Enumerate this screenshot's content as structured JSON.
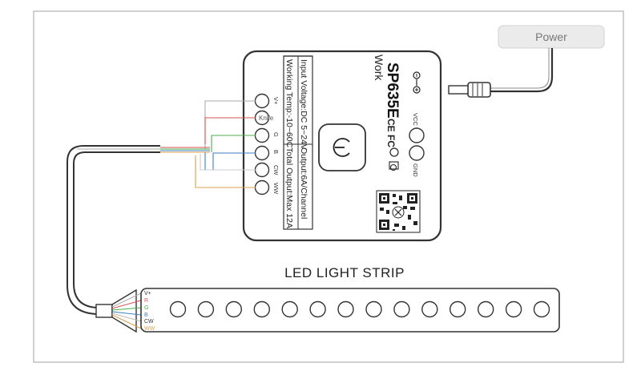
{
  "power_label": "Power",
  "controller": {
    "model": "SP635E",
    "app": "Work",
    "specs": {
      "input_voltage": "Input Voltage:DC 5~24V",
      "working_temp": "Working Temp:-10~60C",
      "output_channel": "Output:6A/Channel",
      "total_output": "Total Output:Max 12A"
    },
    "terminals": [
      "V+",
      "Knife",
      "G",
      "B",
      "CW",
      "WW"
    ],
    "power_terminals": [
      "VCC",
      "GND"
    ],
    "cert_marks": "CE FC",
    "power_button_icon": "power-icon"
  },
  "strip": {
    "title": "LED LIGHT STRIP",
    "pins": [
      "V+",
      "R",
      "G",
      "B",
      "CW",
      "WW"
    ],
    "led_count": 14
  },
  "wire_colors": {
    "vplus": "#aaaaaa",
    "r": "#d9534f",
    "g": "#4caf50",
    "b": "#3b82c4",
    "cw": "#cccccc",
    "ww": "#d9a050"
  }
}
